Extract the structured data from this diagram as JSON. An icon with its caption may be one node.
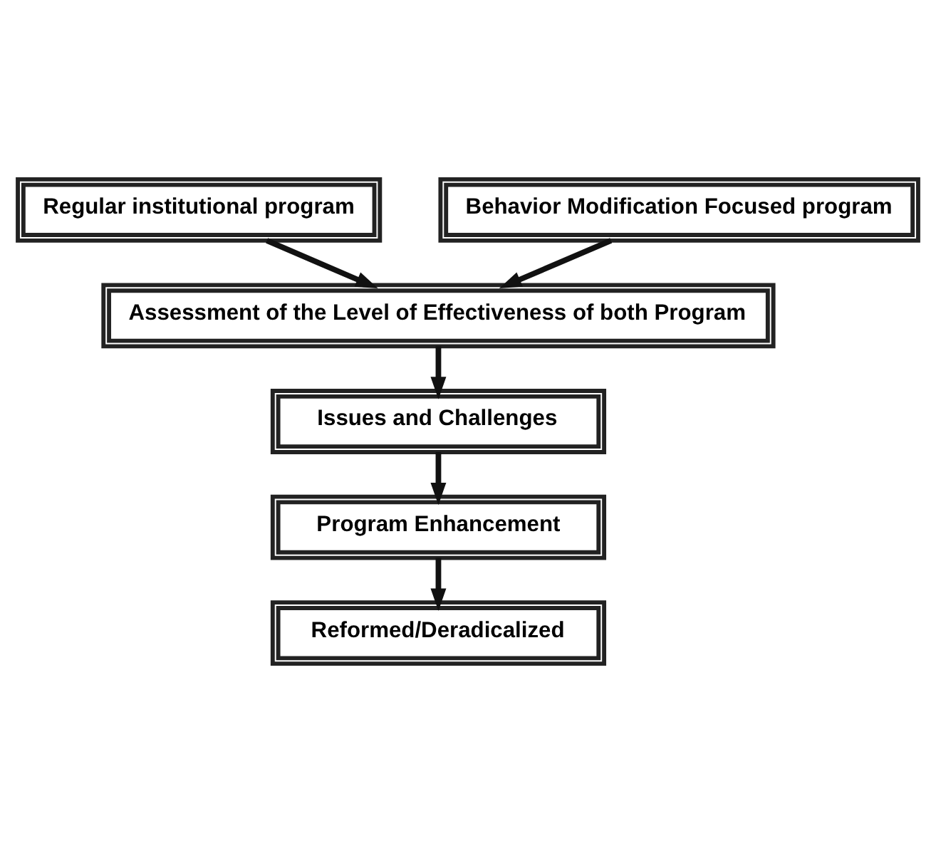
{
  "diagram": {
    "nodes": [
      {
        "text": [
          "Regular institutional program"
        ]
      },
      {
        "text": [
          "Behavior Modification Focused program"
        ]
      },
      {
        "text": [
          "Assessment of the Level of Effectiveness of both Program"
        ]
      },
      {
        "text": [
          "Issues and Challenges"
        ]
      },
      {
        "text": [
          "Program Enhancement"
        ]
      },
      {
        "text": [
          "Reformed/Deradicalized"
        ]
      }
    ],
    "edges": [
      {
        "from": 0,
        "to": 2,
        "arrow": "to"
      },
      {
        "from": 1,
        "to": 2,
        "arrow": "to"
      },
      {
        "from": 2,
        "to": 3,
        "arrow": "to"
      },
      {
        "from": 3,
        "to": 4,
        "arrow": "to"
      },
      {
        "from": 4,
        "to": 5,
        "arrow": "to"
      }
    ]
  }
}
